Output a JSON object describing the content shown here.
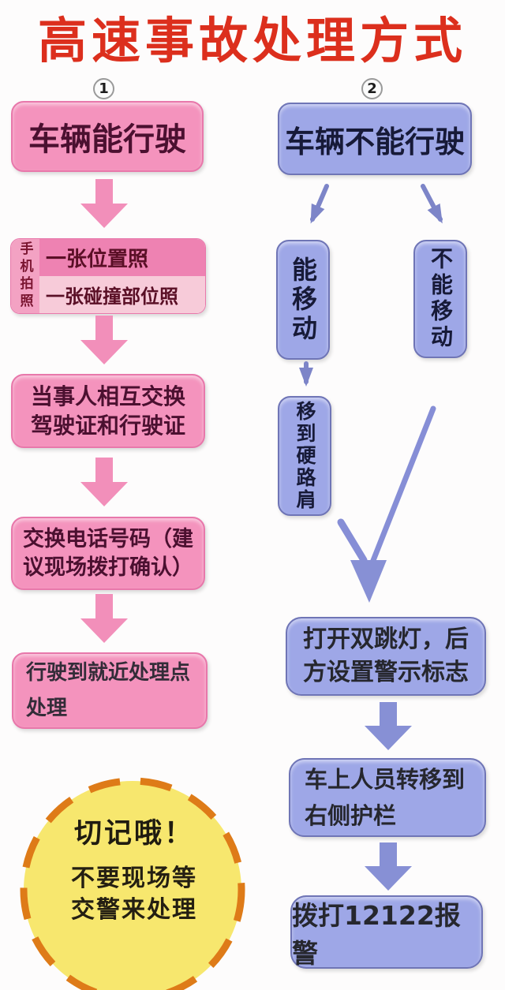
{
  "title": "高速事故处理方式",
  "colors": {
    "title_red": "#dc2f1d",
    "pink_node": "#f493bd",
    "pink_row_dark": "#ee82b2",
    "pink_row_light": "#f7cbd9",
    "pink_arrow": "#f28fba",
    "purple_node": "#9ea7e7",
    "purple_arrow": "#8790d5",
    "reminder_yellow": "#f7e76e",
    "reminder_dash_orange": "#de7b18"
  },
  "left_branch": {
    "badge": "1",
    "can_drive": "车辆能行驶",
    "photo": {
      "side_label": "手机拍照",
      "row1": "一张位置照",
      "row2": "一张碰撞部位照"
    },
    "exchange_license": {
      "line1": "当事人相互交换",
      "line2": "驾驶证和行驶证"
    },
    "exchange_phone": {
      "line1": "交换电话号码（建",
      "line2": "议现场拨打确认）"
    },
    "drive_to_point": {
      "line1": "行驶到就近处理点",
      "line2": "处理"
    },
    "reminder": {
      "title": "切记哦！",
      "line1": "不要现场等",
      "line2": "交警来处理"
    }
  },
  "right_branch": {
    "badge": "2",
    "cannot_drive": "车辆不能行驶",
    "can_move": "能移动",
    "cannot_move": "不能移动",
    "move_to_shoulder": "移到硬路肩",
    "hazard": {
      "line1": "打开双跳灯，后",
      "line2": "方设置警示标志"
    },
    "transfer": {
      "line1": "车上人员转移到",
      "line2": "右侧护栏"
    },
    "call_police": "拨打12122报警"
  }
}
